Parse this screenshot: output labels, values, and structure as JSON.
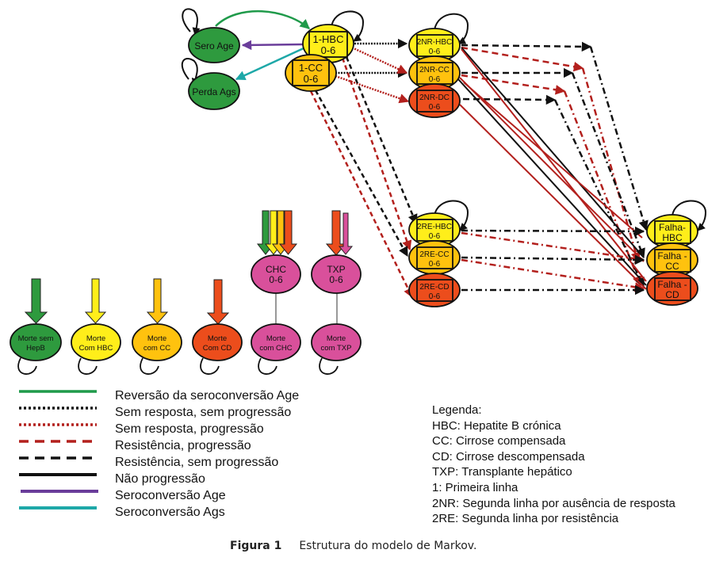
{
  "colors": {
    "green": "#2e9a3e",
    "yellow": "#ffee1a",
    "gold": "#ffc20e",
    "orange": "#ec4d1c",
    "magenta": "#d9509b",
    "darkred": "#b3201d",
    "black": "#111111",
    "purple": "#6a3d9a",
    "teal": "#1ea8a8",
    "seroGreen": "#1f9a4a"
  },
  "nodes": {
    "sero_age": {
      "line1": "Sero Age"
    },
    "perda_ags": {
      "line1": "Perda Ags"
    },
    "hbc1": {
      "line1": "1-HBC",
      "line2": "0-6"
    },
    "cc1": {
      "line1": "1-CC",
      "line2": "0-6"
    },
    "nr_hbc": {
      "line1": "2NR-HBC",
      "line2": "0-6"
    },
    "nr_cc": {
      "line1": "2NR-CC",
      "line2": "0-6"
    },
    "nr_dc": {
      "line1": "2NR-DC",
      "line2": "0-6"
    },
    "re_hbc": {
      "line1": "2RE-HBC",
      "line2": "0-6"
    },
    "re_cc": {
      "line1": "2RE-CC",
      "line2": "0-6"
    },
    "re_cd": {
      "line1": "2RE-CD",
      "line2": "0-6"
    },
    "falha_hbc": {
      "line1": "Falha-",
      "line2": "HBC"
    },
    "falha_cc": {
      "line1": "Falha -",
      "line2": "CC"
    },
    "falha_cd": {
      "line1": "Falha -",
      "line2": "CD"
    },
    "chc": {
      "line1": "CHC",
      "line2": "0-6"
    },
    "txp": {
      "line1": "TXP",
      "line2": "0-6"
    },
    "morte_sem_hepb": {
      "line1": "Morte sem",
      "line2": "HepB"
    },
    "morte_hbc": {
      "line1": "Morte",
      "line2": "Com HBC"
    },
    "morte_cc": {
      "line1": "Morte",
      "line2": "com CC"
    },
    "morte_cd": {
      "line1": "Morte",
      "line2": "Com CD"
    },
    "morte_chc": {
      "line1": "Morte",
      "line2": "com CHC"
    },
    "morte_txp": {
      "line1": "Morte",
      "line2": "com TXP"
    }
  },
  "line_legend": [
    {
      "label": "Reversão da seroconversão Age",
      "style": "solid-green"
    },
    {
      "label": "Sem resposta, sem progressão",
      "style": "dotted-black"
    },
    {
      "label": "Sem resposta, progressão",
      "style": "dotted-red"
    },
    {
      "label": "Resistência, progressão",
      "style": "dashed-red"
    },
    {
      "label": "Resistência, sem progressão",
      "style": "dashed-black"
    },
    {
      "label": "Não progressão",
      "style": "solid-black"
    },
    {
      "label": "Seroconversão Age",
      "style": "solid-purple"
    },
    {
      "label": "Seroconversão Ags",
      "style": "solid-teal"
    }
  ],
  "glossary": {
    "title": "Legenda:",
    "items": [
      "HBC: Hepatite B crónica",
      "CC: Cirrose compensada",
      "CD: Cirrose descompensada",
      "TXP: Transplante hepático",
      "1: Primeira linha",
      "2NR: Segunda linha por ausência de resposta",
      "2RE: Segunda linha por resistência"
    ]
  },
  "caption": {
    "label": "Figura 1",
    "text": "Estrutura do modelo de Markov."
  }
}
